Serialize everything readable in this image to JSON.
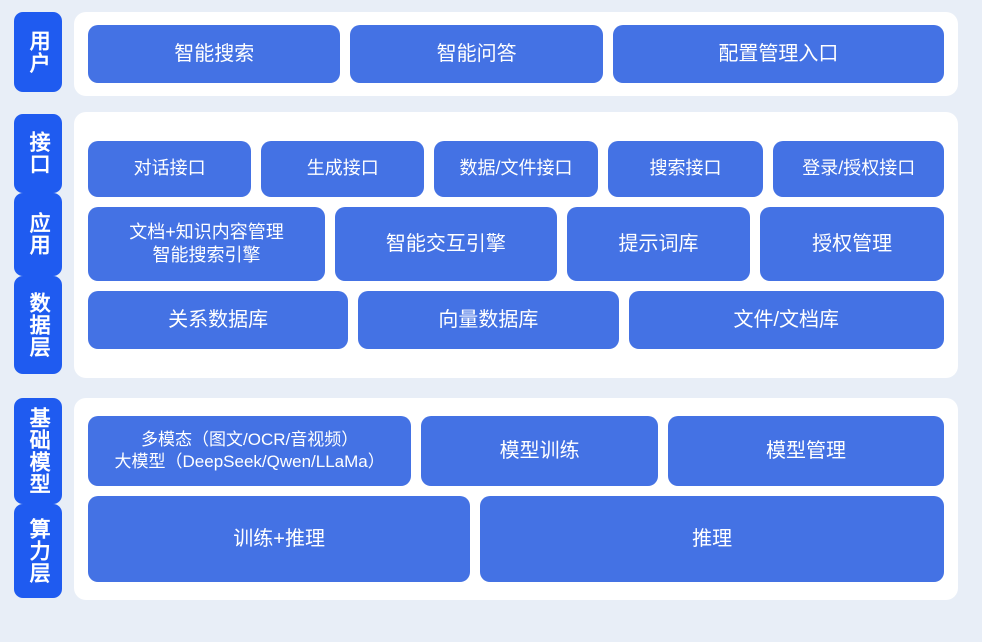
{
  "theme": {
    "background": "#e8eef7",
    "panel": "#ffffff",
    "tab_blue": "#1f5bf0",
    "card_blue": "#4472e4",
    "text_on_blue": "#ffffff"
  },
  "sections": [
    {
      "id": "users",
      "tabs": [
        "用户"
      ],
      "rows": [
        {
          "id": "user-entries",
          "cards": [
            {
              "label": "智能搜索",
              "flex": 30
            },
            {
              "label": "智能问答",
              "flex": 30
            },
            {
              "label": "配置管理入口",
              "flex": 40
            }
          ]
        }
      ]
    },
    {
      "id": "middle",
      "tabs": [
        "接口",
        "应用",
        "数据层"
      ],
      "rows": [
        {
          "id": "interface",
          "cards": [
            {
              "label": "对话接口",
              "flex": 20
            },
            {
              "label": "生成接口",
              "flex": 20
            },
            {
              "label": "数据/文件接口",
              "flex": 20
            },
            {
              "label": "搜索接口",
              "flex": 19
            },
            {
              "label": "登录/授权接口",
              "flex": 21
            }
          ]
        },
        {
          "id": "application",
          "cards": [
            {
              "label": "文档+知识内容管理\n智能搜索引擎",
              "flex": 29
            },
            {
              "label": "智能交互引擎",
              "flex": 27
            },
            {
              "label": "提示词库",
              "flex": 22
            },
            {
              "label": "授权管理",
              "flex": 22
            }
          ]
        },
        {
          "id": "data",
          "cards": [
            {
              "label": "关系数据库",
              "flex": 31
            },
            {
              "label": "向量数据库",
              "flex": 31
            },
            {
              "label": "文件/文档库",
              "flex": 38
            }
          ]
        }
      ]
    },
    {
      "id": "base",
      "tabs": [
        "基础模型",
        "算力层"
      ],
      "rows": [
        {
          "id": "model",
          "cards": [
            {
              "label": "多模态（图文/OCR/音视频）\n大模型（DeepSeek/Qwen/LLaMa）",
              "flex": 39
            },
            {
              "label": "模型训练",
              "flex": 28
            },
            {
              "label": "模型管理",
              "flex": 33
            }
          ]
        },
        {
          "id": "compute",
          "cards": [
            {
              "label": "训练+推理",
              "flex": 45
            },
            {
              "label": "推理",
              "flex": 55
            }
          ]
        }
      ]
    }
  ]
}
